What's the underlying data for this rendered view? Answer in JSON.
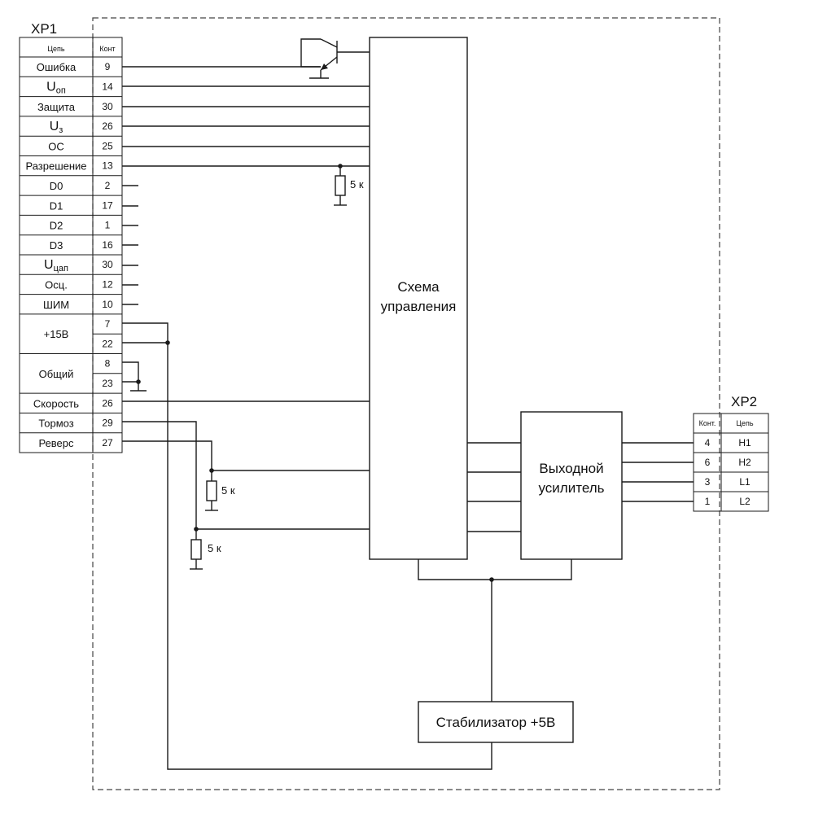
{
  "xp1": {
    "title": "XP1",
    "header_circuit": "Цепь",
    "header_contact": "Конт",
    "rows": [
      {
        "name": "Ошибка",
        "contacts": [
          "9"
        ]
      },
      {
        "name": "Uоп",
        "base": "U",
        "sub": "оп",
        "contacts": [
          "14"
        ]
      },
      {
        "name": "Защита",
        "contacts": [
          "30"
        ]
      },
      {
        "name": "Uз",
        "base": "U",
        "sub": "з",
        "contacts": [
          "26"
        ]
      },
      {
        "name": "ОС",
        "contacts": [
          "25"
        ]
      },
      {
        "name": "Разрешение",
        "contacts": [
          "13"
        ]
      },
      {
        "name": "D0",
        "contacts": [
          "2"
        ]
      },
      {
        "name": "D1",
        "contacts": [
          "17"
        ]
      },
      {
        "name": "D2",
        "contacts": [
          "1"
        ]
      },
      {
        "name": "D3",
        "contacts": [
          "16"
        ]
      },
      {
        "name": "Uцап",
        "base": "U",
        "sub": "цап",
        "contacts": [
          "30"
        ]
      },
      {
        "name": "Осц.",
        "contacts": [
          "12"
        ]
      },
      {
        "name": "ШИМ",
        "contacts": [
          "10"
        ]
      },
      {
        "name": "+15В",
        "contacts": [
          "7",
          "22"
        ]
      },
      {
        "name": "Общий",
        "contacts": [
          "8",
          "23"
        ]
      },
      {
        "name": "Скорость",
        "contacts": [
          "26"
        ]
      },
      {
        "name": "Тормоз",
        "contacts": [
          "29"
        ]
      },
      {
        "name": "Реверс",
        "contacts": [
          "27"
        ]
      }
    ]
  },
  "xp2": {
    "title": "XP2",
    "header_contact": "Конт.",
    "header_circuit": "Цепь",
    "rows": [
      {
        "contact": "4",
        "name": "H1"
      },
      {
        "contact": "6",
        "name": "H2"
      },
      {
        "contact": "3",
        "name": "L1"
      },
      {
        "contact": "1",
        "name": "L2"
      }
    ]
  },
  "blocks": {
    "control_line1": "Схема",
    "control_line2": "управления",
    "amp_line1": "Выходной",
    "amp_line2": "усилитель",
    "stabilizer": "Стабилизатор +5В"
  },
  "resistors": {
    "r1": "5 к",
    "r2": "5 к",
    "r3": "5 к"
  }
}
